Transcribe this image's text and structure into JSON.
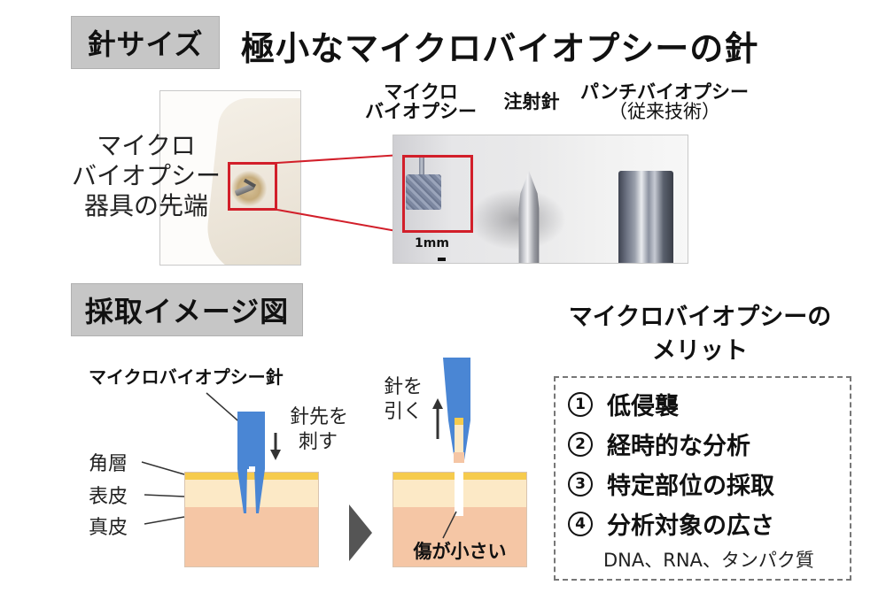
{
  "size_section": {
    "tag": "針サイズ",
    "title": "極小なマイクロバイオプシーの針",
    "device_label": [
      "マイクロ",
      "バイオプシー",
      "器具の先端"
    ],
    "columns": [
      {
        "line1": "マイクロ",
        "line2": "バイオプシー"
      },
      {
        "line1": "注射針"
      },
      {
        "line1": "パンチバイオプシー",
        "line2": "（従来技術）"
      }
    ],
    "scale_label": "1mm"
  },
  "sampling_section": {
    "tag": "採取イメージ図",
    "needle_caption": "マイクロバイオプシー針",
    "step1": [
      "針先を",
      "刺す"
    ],
    "step2": [
      "針を",
      "引く"
    ],
    "layers": [
      "角層",
      "表皮",
      "真皮"
    ],
    "wound_caption": "傷が小さい"
  },
  "merits": {
    "title": [
      "マイクロバイオプシーの",
      "メリット"
    ],
    "items": [
      {
        "num": "1",
        "text": "低侵襲"
      },
      {
        "num": "2",
        "text": "経時的な分析"
      },
      {
        "num": "3",
        "text": "特定部位の採取"
      },
      {
        "num": "4",
        "text": "分析対象の広さ"
      }
    ],
    "note": "DNA、RNA、タンパク質"
  },
  "colors": {
    "tag_bg": "#c6c6c6",
    "highlight_red": "#d21f2a",
    "needle_blue": "#4a86d4",
    "stratum_corneum": "#f6cb4d",
    "epidermis": "#fce9c6",
    "dermis": "#f5c6a5"
  }
}
